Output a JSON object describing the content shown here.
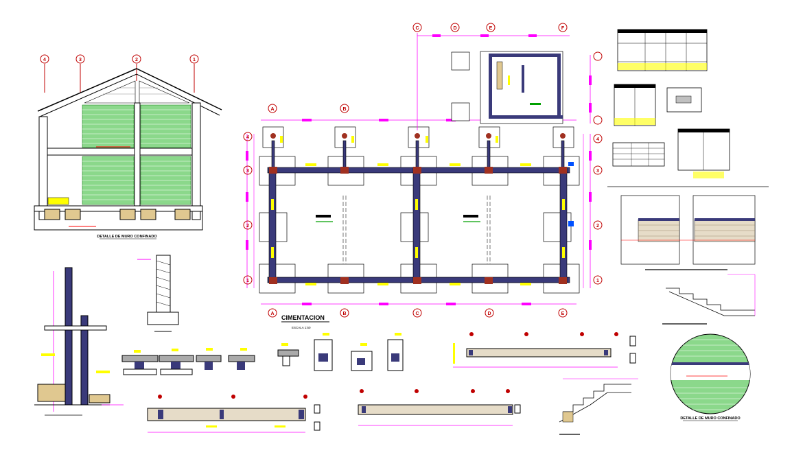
{
  "colors": {
    "background": "#ffffff",
    "outline": "#000000",
    "dimension": "#ff00ff",
    "brick": "#00a000",
    "accent_yellow": "#ffff00",
    "wall_fill": "#3a3a7a",
    "column": "#a03020",
    "marker_red": "#ff0000",
    "cyan": "#00c0ff"
  },
  "plan": {
    "title": "CIMENTACION",
    "subtitle": "ESCALA 1:50",
    "axes_letters": [
      "A",
      "B",
      "C",
      "D",
      "E"
    ],
    "axes_numbers": [
      "4",
      "3",
      "2",
      "1"
    ],
    "annex_letters": [
      "C",
      "D",
      "E",
      "F"
    ]
  },
  "section": {
    "axes": [
      "4",
      "3",
      "2",
      "1"
    ],
    "title": "DETALLE DE MURO CONFINADO"
  },
  "circle_detail": {
    "title": "DETALLE DE MURO CONFINADO"
  }
}
